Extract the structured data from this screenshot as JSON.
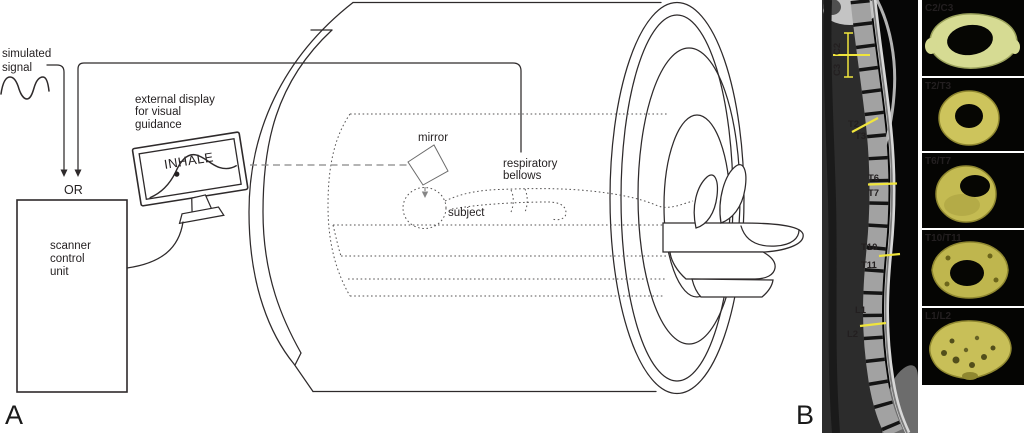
{
  "figure_type": "MRI guided-breathing experimental setup and spine imaging levels",
  "colors": {
    "line": "#2e2a2b",
    "sagittal_label": "#f0e53c",
    "axial_label": "#cfc226",
    "ring_c2c3": "#d6db93",
    "ring_t2t3": "#cdc45c",
    "ring_t6t7": "#c4bb52",
    "ring_t10t11": "#bfb64e",
    "blob_l1l2": "#c8bf58"
  },
  "panel_a": {
    "label": "A",
    "simulated_signal": [
      "simulated",
      "signal"
    ],
    "or_label": "OR",
    "scanner_control_unit": [
      "scanner",
      "control",
      "unit"
    ],
    "external_display": [
      "external display",
      "for visual",
      "guidance"
    ],
    "monitor_text": "INHALE",
    "mirror_label": "mirror",
    "respiratory_bellows": [
      "respiratory",
      "bellows"
    ],
    "subject_label": "subject"
  },
  "panel_b": {
    "label": "B",
    "spine_levels": [
      {
        "upper": "C2",
        "lower": "C3"
      },
      {
        "upper": "T2",
        "lower": "T3"
      },
      {
        "upper": "T6",
        "lower": "T7"
      },
      {
        "upper": "T10",
        "lower": "T11"
      },
      {
        "upper": "L1",
        "lower": "L2"
      }
    ],
    "axial_sections": [
      {
        "label": "C2/C3"
      },
      {
        "label": "T2/T3"
      },
      {
        "label": "T6/T7"
      },
      {
        "label": "T10/T11"
      },
      {
        "label": "L1/L2"
      }
    ]
  }
}
